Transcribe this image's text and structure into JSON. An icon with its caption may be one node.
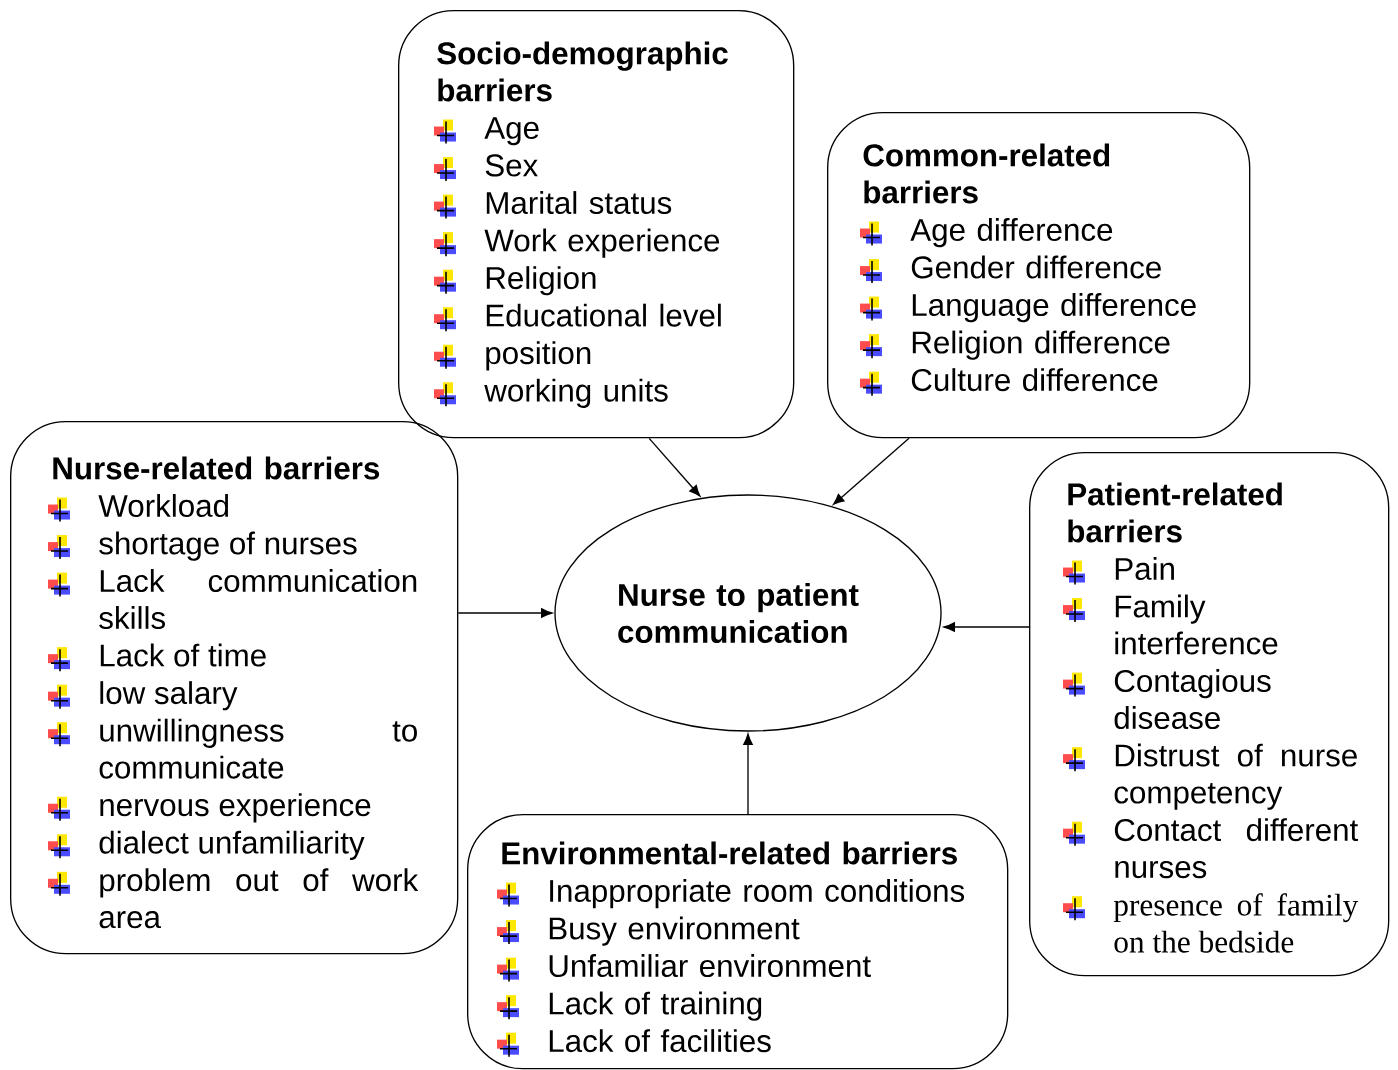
{
  "diagram": {
    "nodes": [
      {
        "text": [
          "Socio-demographic barriers",
          "Age",
          "Sex",
          "Marital status",
          "Work experience",
          "Religion",
          "Educational level",
          "position",
          "working units"
        ]
      },
      {
        "text": [
          "Common-related barriers",
          "Age difference",
          "Gender difference",
          "Language difference",
          "Religion difference",
          "Culture difference"
        ]
      },
      {
        "text": [
          "Nurse-related barriers",
          "Workload",
          "shortage of nurses",
          "Lack communication skills",
          "Lack of time",
          "low salary",
          "unwillingness to communicate",
          "nervous experience",
          "dialect unfamiliarity",
          "problem out of work area"
        ]
      },
      {
        "text": [
          "Nurse to patient communication"
        ]
      },
      {
        "text": [
          "Patient-related barriers",
          "Pain",
          "Family interference",
          "Contagious disease",
          "Distrust of nurse competency",
          "Contact different nurses",
          "presence of family on the bedside"
        ]
      },
      {
        "text": [
          "Environmental-related barriers",
          "Inappropriate room conditions",
          "Busy environment",
          "Unfamiliar environment",
          "Lack of training",
          "Lack of facilities"
        ]
      }
    ],
    "edges": [
      {
        "from": 0,
        "to": 3,
        "arrow": "to"
      },
      {
        "from": 1,
        "to": 3,
        "arrow": "to"
      },
      {
        "from": 2,
        "to": 3,
        "arrow": "to"
      },
      {
        "from": 4,
        "to": 3,
        "arrow": "to"
      },
      {
        "from": 5,
        "to": 3,
        "arrow": "to"
      }
    ]
  }
}
